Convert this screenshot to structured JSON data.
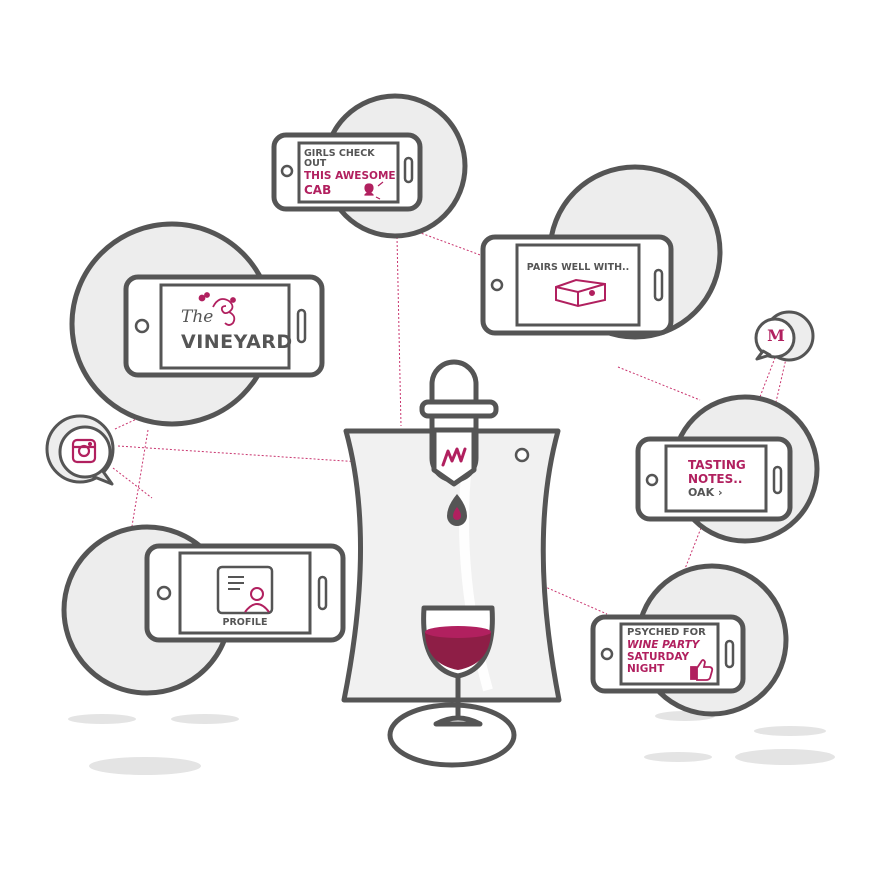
{
  "colors": {
    "accent": "#b1205f",
    "outline": "#555555",
    "fill": "#ededed",
    "screen": "#ffffff",
    "shadow": "#e4e4e4",
    "link": "#c9356f"
  },
  "snapchat_phone": {
    "line1": "GIRLS CHECK OUT",
    "line2": "THIS AWESOME",
    "line3": "CAB",
    "icon": "snapchat-icon"
  },
  "pairs_phone": {
    "text": "PAIRS WELL WITH..",
    "icon": "cheese-icon"
  },
  "vineyard_phone": {
    "the": "The",
    "name": "VINEYARD",
    "icon": "vine-flourish-icon"
  },
  "tasting_phone": {
    "line1": "TASTING",
    "line2": "NOTES..",
    "line3": "OAK",
    "chevron": "›"
  },
  "profile_phone": {
    "label": "PROFILE",
    "icon": "profile-card-icon"
  },
  "party_phone": {
    "line1": "PSYCHED FOR",
    "line2": "WINE PARTY",
    "line3": "SATURDAY",
    "line4": "NIGHT",
    "icon": "thumbs-up-icon"
  },
  "bubbles": {
    "instagram": "instagram-icon",
    "m_icon": "M"
  },
  "decanter": {
    "logo": "AW",
    "icon": "wine-glass-icon"
  }
}
